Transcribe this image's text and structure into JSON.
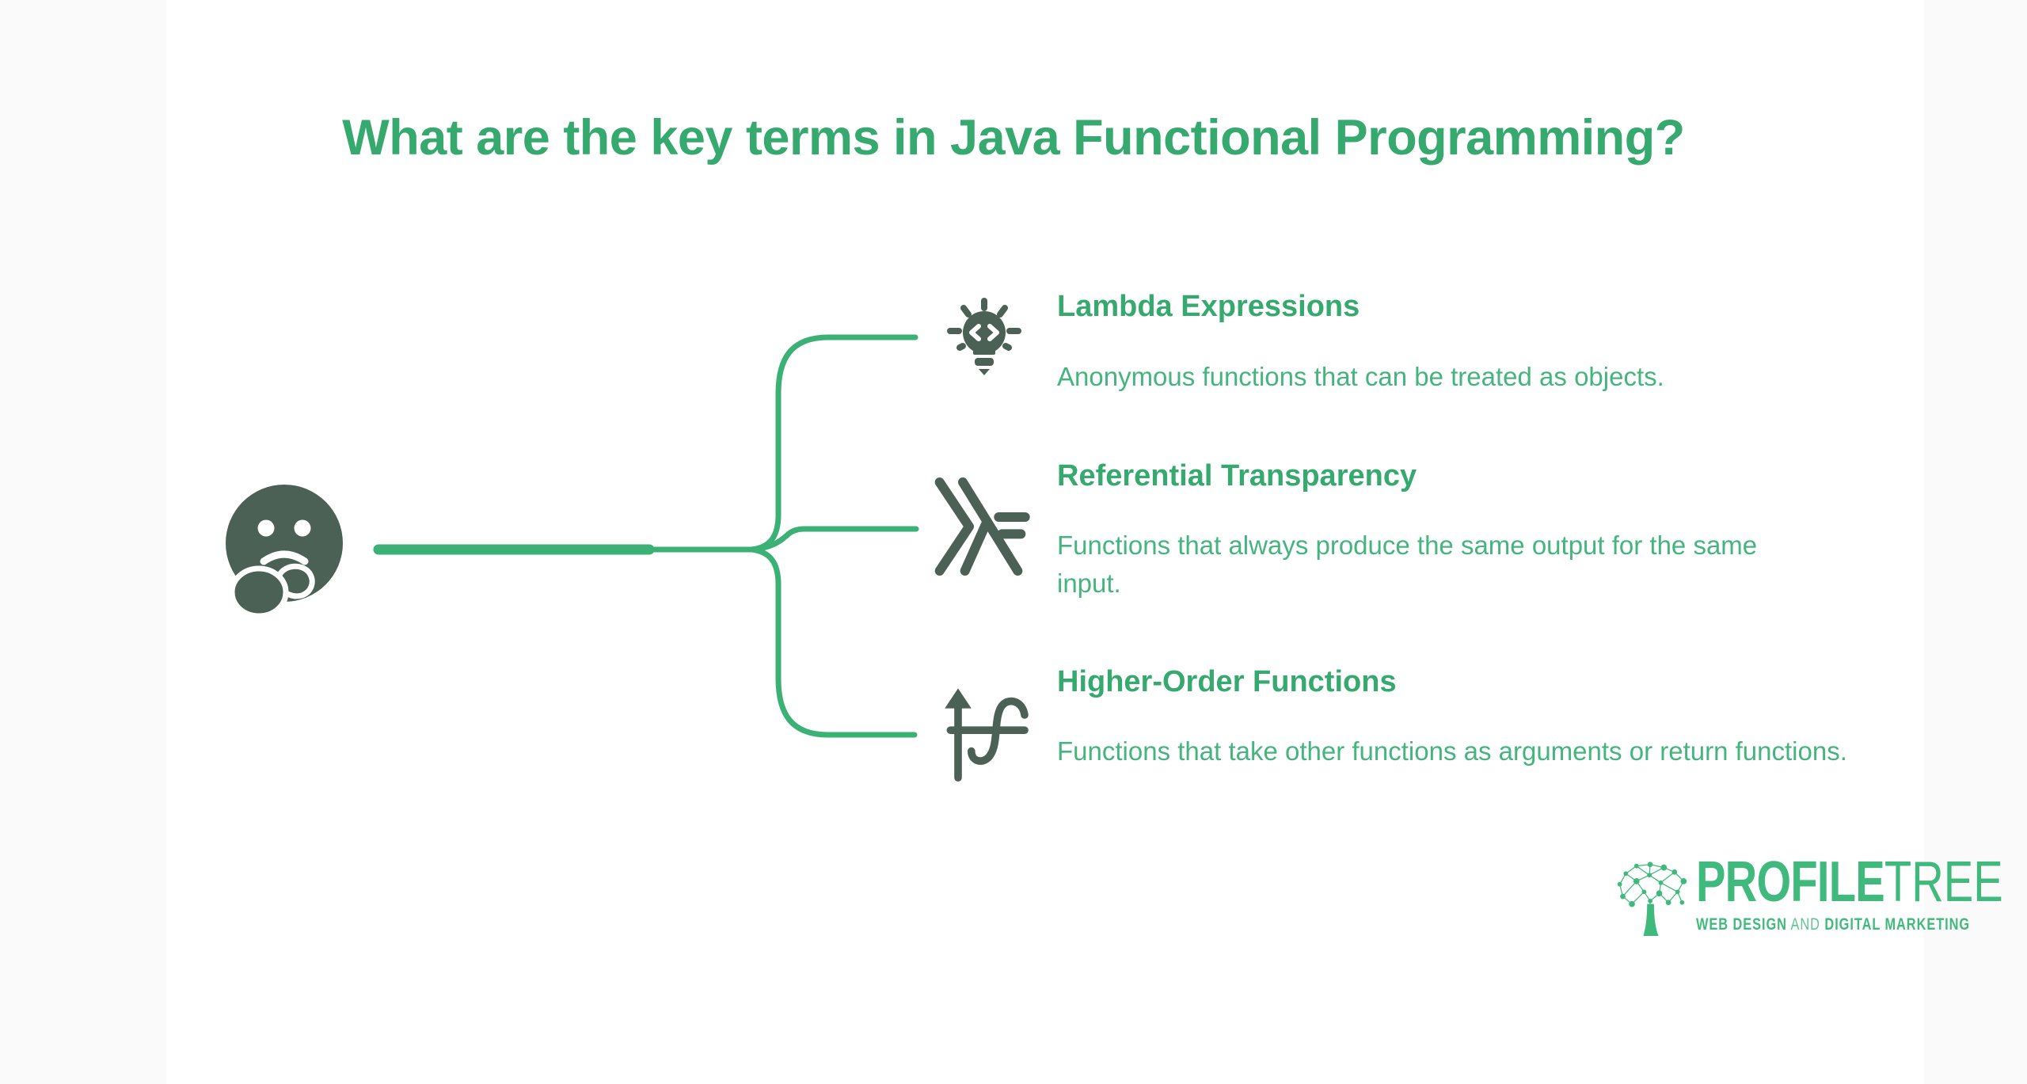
{
  "title": "What are the key terms in Java Functional Programming?",
  "colors": {
    "accent": "#36a96f",
    "text-green": "#45b47e",
    "line-green": "#3cb176",
    "dark-icon": "#4c6156",
    "logo-green": "#40ba7c"
  },
  "root_icon": "thinking-face-icon",
  "items": [
    {
      "heading": "Lambda Expressions",
      "description": "Anonymous functions that can be treated as objects.",
      "icon": "lightbulb-code-icon"
    },
    {
      "heading": "Referential Transparency",
      "description": "Functions that always produce the same output for the same input.",
      "icon": "haskell-lambda-icon"
    },
    {
      "heading": "Higher-Order Functions",
      "description": "Functions that take other functions as arguments or return functions.",
      "icon": "arrow-function-curve-icon"
    }
  ],
  "footer": {
    "brand_primary": "PROFILE",
    "brand_secondary": "TREE",
    "tagline_part1": "WEB DESIGN",
    "tagline_part2": "AND",
    "tagline_part3": "DIGITAL MARKETING"
  }
}
